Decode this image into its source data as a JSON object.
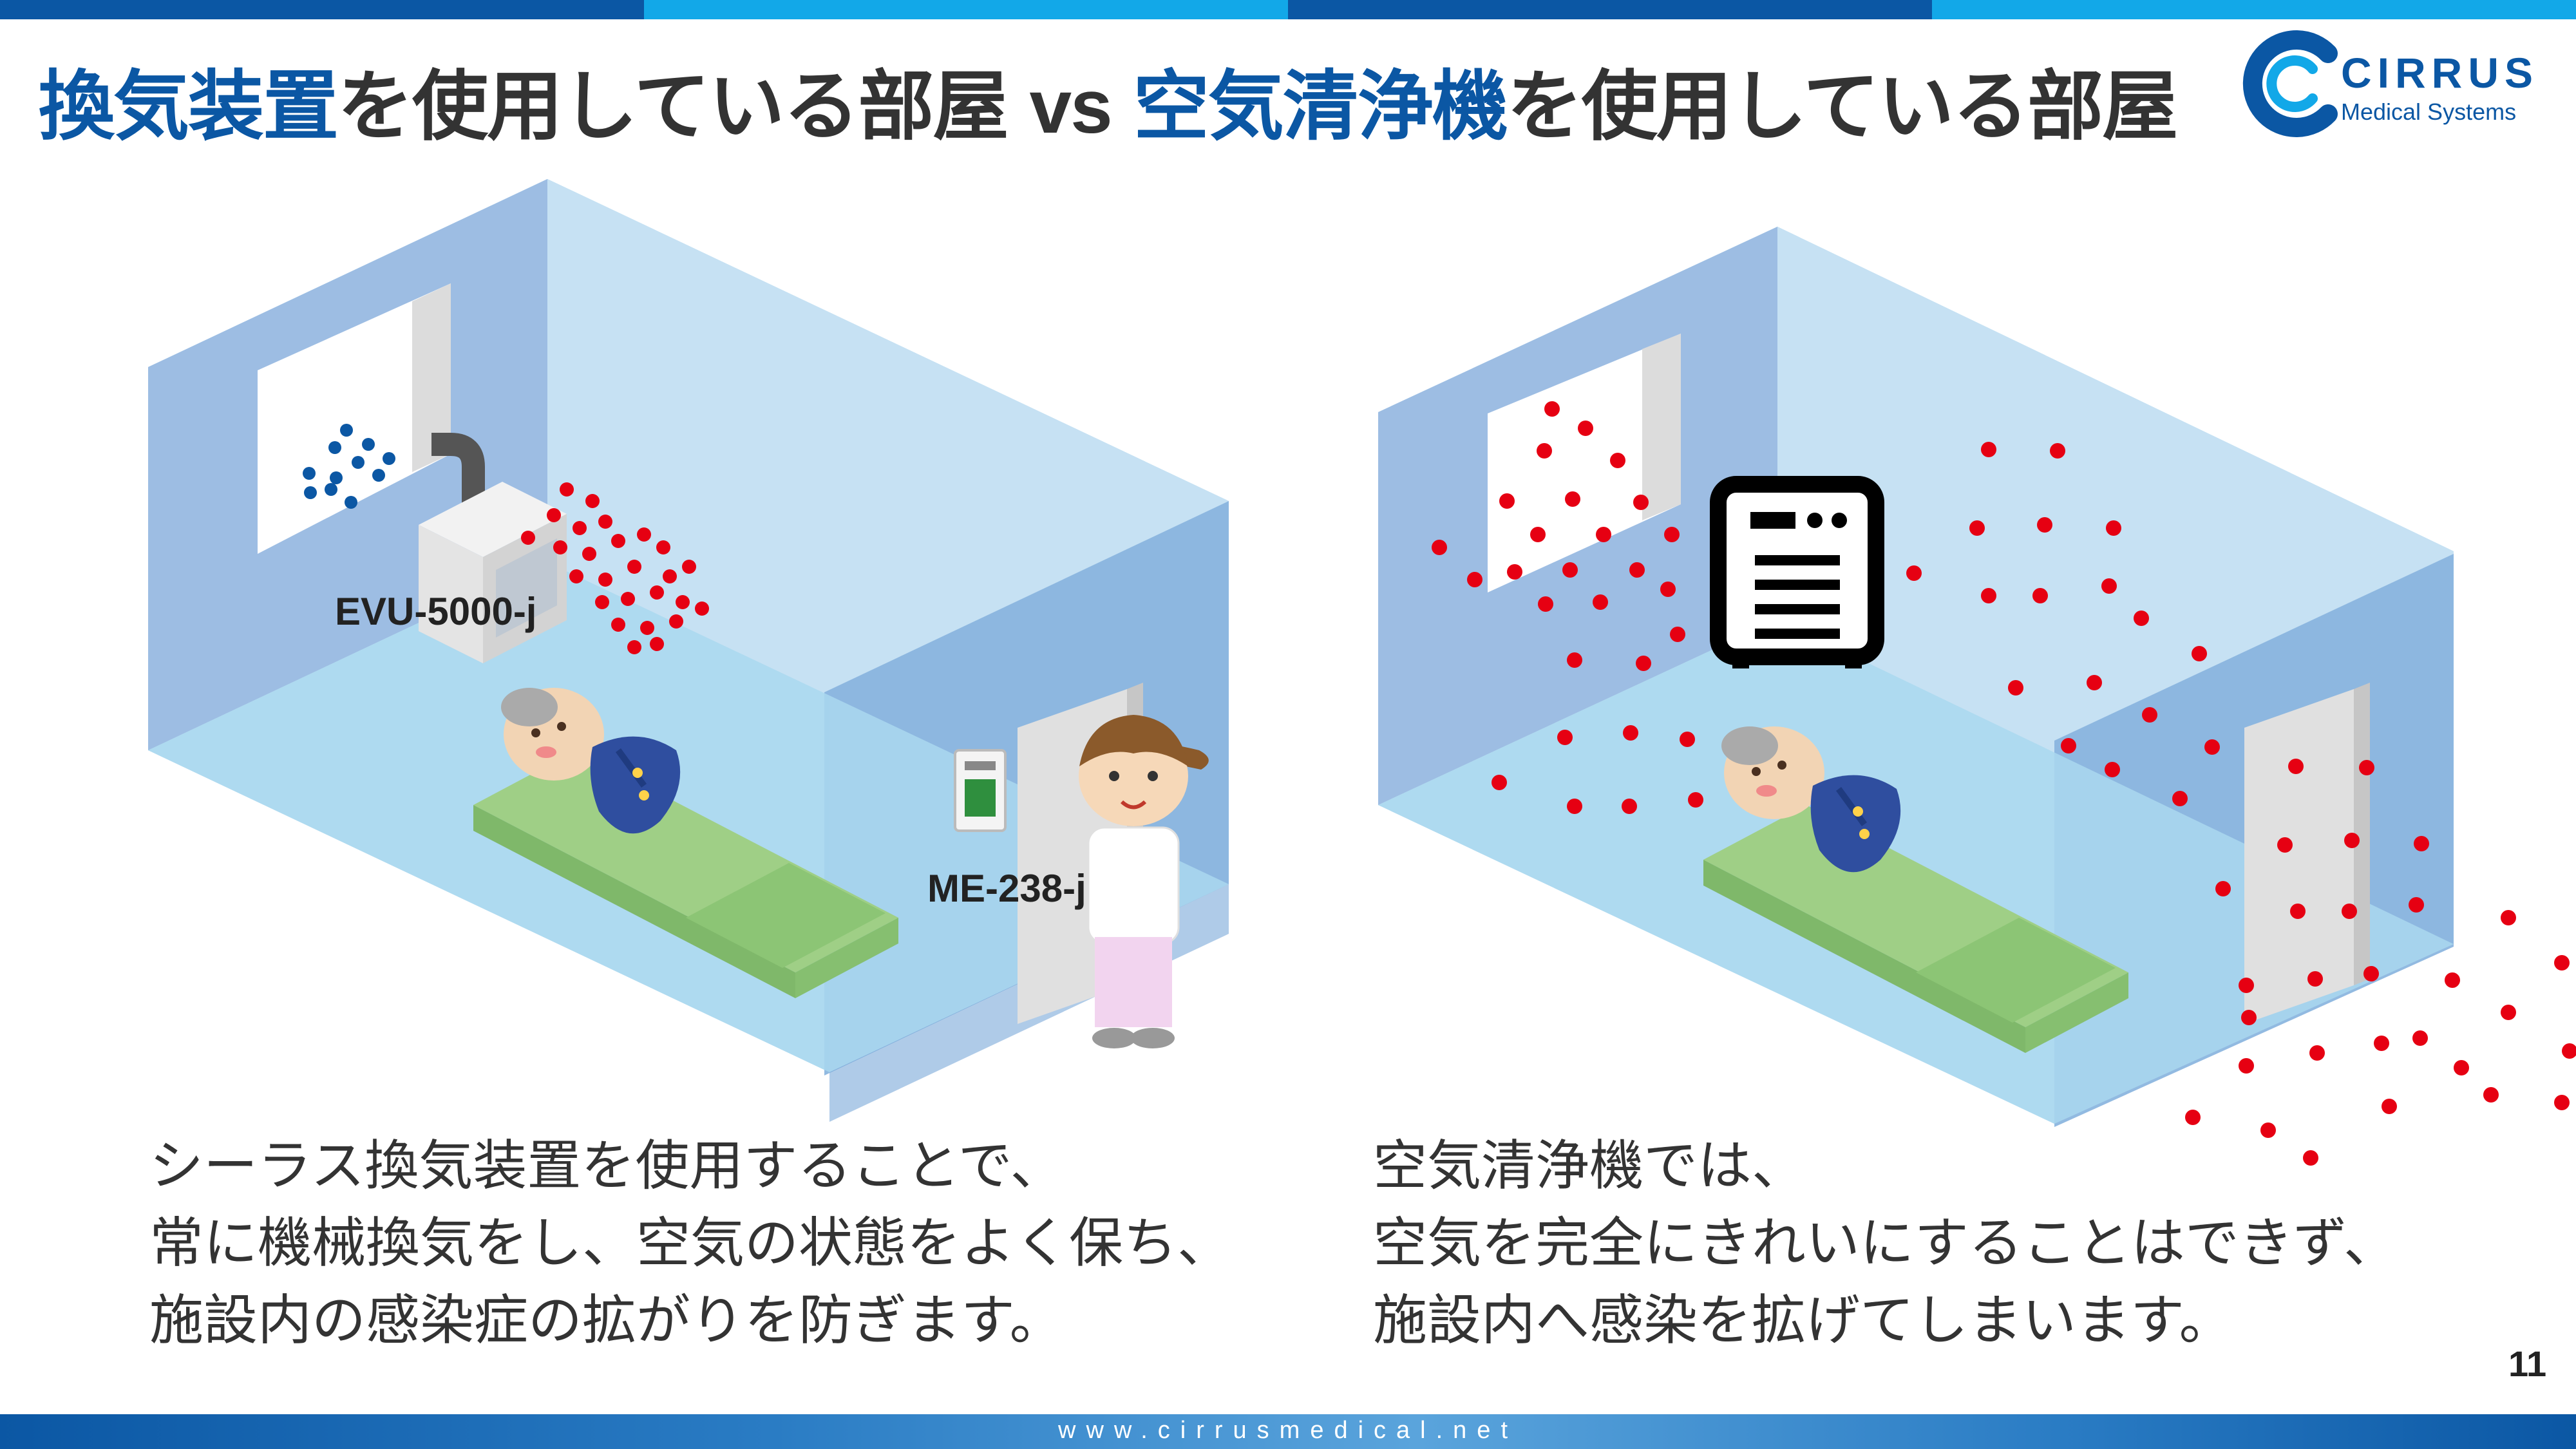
{
  "header": {
    "title_parts": {
      "left_highlight": "換気装置",
      "left_rest": "を使用している部屋",
      "vs": "vs",
      "right_highlight": "空気清浄機",
      "right_rest": "を使用している部屋"
    },
    "logo": {
      "name": "CIRRUS",
      "subtitle": "Medical Systems"
    }
  },
  "left_panel": {
    "ventilator_label": "EVU-5000-j",
    "monitor_label": "ME-238-j",
    "caption_lines": [
      "シーラス換気装置を使用することで、",
      "常に機械換気をし、空気の状態をよく保ち、",
      "施設内の感染症の拡がりを防ぎます。"
    ]
  },
  "right_panel": {
    "caption_lines": [
      "空気清浄機では、",
      "空気を完全にきれいにすることはできず、",
      "施設内へ感染を拡げてしまいます。"
    ]
  },
  "page_number": "11",
  "footer": {
    "url": "www.cirrusmedical.net"
  },
  "colors": {
    "brand_blue": "#0b57a4",
    "accent_light_blue": "#12a8e8",
    "contaminant_red": "#e60012",
    "clean_air_blue": "#0b57a4",
    "room_back_wall": "#c6e1f3",
    "room_left_wall": "#9dbde3",
    "room_right_wall": "#86b3de",
    "room_floor": "#a6d6ee"
  }
}
